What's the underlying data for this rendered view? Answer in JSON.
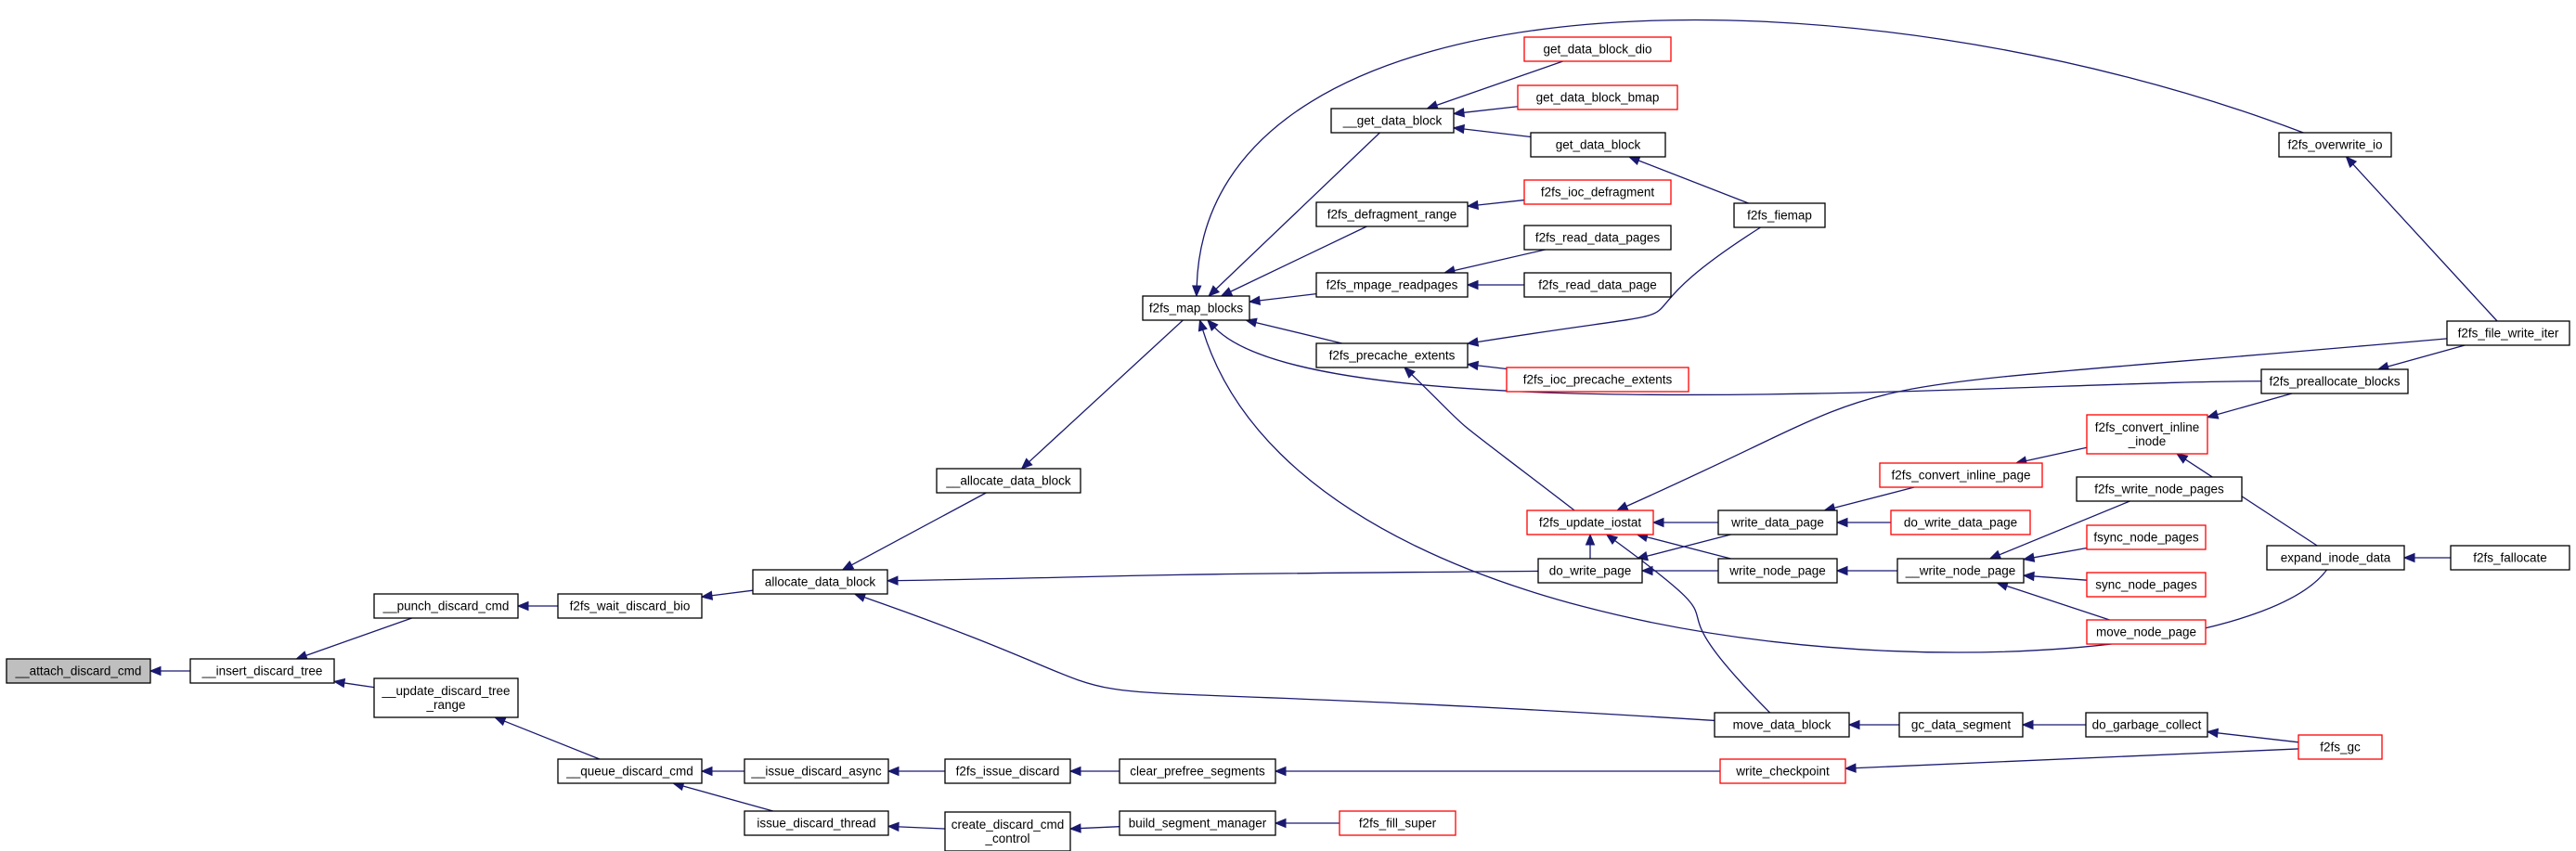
{
  "colors": {
    "edge": "#191970",
    "node_border_normal": "#000000",
    "node_border_truncated": "#ff0000",
    "root_fill": "#bfbfbf"
  },
  "nodes": [
    {
      "id": "n_attach",
      "lines": [
        "__attach_discard_cmd"
      ],
      "style": "root"
    },
    {
      "id": "n_insert",
      "lines": [
        "__insert_discard_tree"
      ],
      "style": "normal"
    },
    {
      "id": "n_punch",
      "lines": [
        "__punch_discard_cmd"
      ],
      "style": "normal"
    },
    {
      "id": "n_update_tree",
      "lines": [
        "__update_discard_tree",
        "_range"
      ],
      "style": "normal"
    },
    {
      "id": "n_wait",
      "lines": [
        "f2fs_wait_discard_bio"
      ],
      "style": "normal"
    },
    {
      "id": "n_queue",
      "lines": [
        "__queue_discard_cmd"
      ],
      "style": "normal"
    },
    {
      "id": "n_issue_async",
      "lines": [
        "__issue_discard_async"
      ],
      "style": "normal"
    },
    {
      "id": "n_issue_thread",
      "lines": [
        "issue_discard_thread"
      ],
      "style": "normal"
    },
    {
      "id": "n_alloc",
      "lines": [
        "allocate_data_block"
      ],
      "style": "normal"
    },
    {
      "id": "n_alloc2",
      "lines": [
        "__allocate_data_block"
      ],
      "style": "normal"
    },
    {
      "id": "n_issue",
      "lines": [
        "f2fs_issue_discard"
      ],
      "style": "normal"
    },
    {
      "id": "n_create_ctrl",
      "lines": [
        "create_discard_cmd",
        "_control"
      ],
      "style": "normal"
    },
    {
      "id": "n_clear",
      "lines": [
        "clear_prefree_segments"
      ],
      "style": "normal"
    },
    {
      "id": "n_build",
      "lines": [
        "build_segment_manager"
      ],
      "style": "normal"
    },
    {
      "id": "n_fill",
      "lines": [
        "f2fs_fill_super"
      ],
      "style": "truncated"
    },
    {
      "id": "n_map",
      "lines": [
        "f2fs_map_blocks"
      ],
      "style": "normal"
    },
    {
      "id": "n_getdb",
      "lines": [
        "__get_data_block"
      ],
      "style": "normal"
    },
    {
      "id": "n_defrag",
      "lines": [
        "f2fs_defragment_range"
      ],
      "style": "normal"
    },
    {
      "id": "n_mpage",
      "lines": [
        "f2fs_mpage_readpages"
      ],
      "style": "normal"
    },
    {
      "id": "n_precache",
      "lines": [
        "f2fs_precache_extents"
      ],
      "style": "normal"
    },
    {
      "id": "n_gdb_dio",
      "lines": [
        "get_data_block_dio"
      ],
      "style": "truncated"
    },
    {
      "id": "n_gdb_bmap",
      "lines": [
        "get_data_block_bmap"
      ],
      "style": "truncated"
    },
    {
      "id": "n_gdb",
      "lines": [
        "get_data_block"
      ],
      "style": "normal"
    },
    {
      "id": "n_ioc_defrag",
      "lines": [
        "f2fs_ioc_defragment"
      ],
      "style": "truncated"
    },
    {
      "id": "n_read_pages",
      "lines": [
        "f2fs_read_data_pages"
      ],
      "style": "normal"
    },
    {
      "id": "n_read_page",
      "lines": [
        "f2fs_read_data_page"
      ],
      "style": "normal"
    },
    {
      "id": "n_ioc_precache",
      "lines": [
        "f2fs_ioc_precache_extents"
      ],
      "style": "truncated"
    },
    {
      "id": "n_fiemap",
      "lines": [
        "f2fs_fiemap"
      ],
      "style": "normal"
    },
    {
      "id": "n_iostat",
      "lines": [
        "f2fs_update_iostat"
      ],
      "style": "truncated"
    },
    {
      "id": "n_do_write",
      "lines": [
        "do_write_page"
      ],
      "style": "normal"
    },
    {
      "id": "n_move_db",
      "lines": [
        "move_data_block"
      ],
      "style": "normal"
    },
    {
      "id": "n_write_ckpt",
      "lines": [
        "write_checkpoint"
      ],
      "style": "truncated"
    },
    {
      "id": "n_write_data",
      "lines": [
        "write_data_page"
      ],
      "style": "normal"
    },
    {
      "id": "n_write_node",
      "lines": [
        "write_node_page"
      ],
      "style": "normal"
    },
    {
      "id": "n_conv_inline_page",
      "lines": [
        "f2fs_convert_inline_page"
      ],
      "style": "truncated"
    },
    {
      "id": "n_do_write_data",
      "lines": [
        "do_write_data_page"
      ],
      "style": "truncated"
    },
    {
      "id": "n___write_node",
      "lines": [
        "__write_node_page"
      ],
      "style": "normal"
    },
    {
      "id": "n_gc_seg",
      "lines": [
        "gc_data_segment"
      ],
      "style": "normal"
    },
    {
      "id": "n_conv_inline_inode",
      "lines": [
        "f2fs_convert_inline",
        "_inode"
      ],
      "style": "truncated"
    },
    {
      "id": "n_write_node_pages",
      "lines": [
        "f2fs_write_node_pages"
      ],
      "style": "normal"
    },
    {
      "id": "n_fsync_node",
      "lines": [
        "fsync_node_pages"
      ],
      "style": "truncated"
    },
    {
      "id": "n_sync_node",
      "lines": [
        "sync_node_pages"
      ],
      "style": "truncated"
    },
    {
      "id": "n_move_node",
      "lines": [
        "move_node_page"
      ],
      "style": "truncated"
    },
    {
      "id": "n_do_gc",
      "lines": [
        "do_garbage_collect"
      ],
      "style": "normal"
    },
    {
      "id": "n_overwrite",
      "lines": [
        "f2fs_overwrite_io"
      ],
      "style": "normal"
    },
    {
      "id": "n_prealloc",
      "lines": [
        "f2fs_preallocate_blocks"
      ],
      "style": "normal"
    },
    {
      "id": "n_expand",
      "lines": [
        "expand_inode_data"
      ],
      "style": "normal"
    },
    {
      "id": "n_gc",
      "lines": [
        "f2fs_gc"
      ],
      "style": "truncated"
    },
    {
      "id": "n_file_write",
      "lines": [
        "f2fs_file_write_iter"
      ],
      "style": "normal"
    },
    {
      "id": "n_fallocate",
      "lines": [
        "f2fs_fallocate"
      ],
      "style": "normal"
    }
  ],
  "edges": [
    {
      "from": "n_insert",
      "to": "n_attach"
    },
    {
      "from": "n_punch",
      "to": "n_insert"
    },
    {
      "from": "n_update_tree",
      "to": "n_insert"
    },
    {
      "from": "n_wait",
      "to": "n_punch"
    },
    {
      "from": "n_queue",
      "to": "n_update_tree"
    },
    {
      "from": "n_alloc",
      "to": "n_wait"
    },
    {
      "from": "n_issue_async",
      "to": "n_queue"
    },
    {
      "from": "n_issue_thread",
      "to": "n_queue"
    },
    {
      "from": "n_issue",
      "to": "n_issue_async"
    },
    {
      "from": "n_create_ctrl",
      "to": "n_issue_thread"
    },
    {
      "from": "n_clear",
      "to": "n_issue"
    },
    {
      "from": "n_build",
      "to": "n_create_ctrl"
    },
    {
      "from": "n_fill",
      "to": "n_build"
    },
    {
      "from": "n_alloc2",
      "to": "n_alloc"
    },
    {
      "from": "n_do_write",
      "to": "n_alloc"
    },
    {
      "from": "n_move_db",
      "to": "n_alloc"
    },
    {
      "from": "n_map",
      "to": "n_alloc2"
    },
    {
      "from": "n_getdb",
      "to": "n_map"
    },
    {
      "from": "n_defrag",
      "to": "n_map"
    },
    {
      "from": "n_mpage",
      "to": "n_map"
    },
    {
      "from": "n_precache",
      "to": "n_map"
    },
    {
      "from": "n_overwrite",
      "to": "n_map"
    },
    {
      "from": "n_prealloc",
      "to": "n_map"
    },
    {
      "from": "n_expand",
      "to": "n_map"
    },
    {
      "from": "n_gdb_dio",
      "to": "n_getdb"
    },
    {
      "from": "n_gdb_bmap",
      "to": "n_getdb"
    },
    {
      "from": "n_gdb",
      "to": "n_getdb"
    },
    {
      "from": "n_fiemap",
      "to": "n_gdb"
    },
    {
      "from": "n_ioc_defrag",
      "to": "n_defrag"
    },
    {
      "from": "n_read_pages",
      "to": "n_mpage"
    },
    {
      "from": "n_read_page",
      "to": "n_mpage"
    },
    {
      "from": "n_fiemap",
      "to": "n_precache"
    },
    {
      "from": "n_ioc_precache",
      "to": "n_precache"
    },
    {
      "from": "n_iostat",
      "to": "n_precache"
    },
    {
      "from": "n_do_write",
      "to": "n_iostat"
    },
    {
      "from": "n_write_data",
      "to": "n_iostat"
    },
    {
      "from": "n_write_node",
      "to": "n_iostat"
    },
    {
      "from": "n_move_db",
      "to": "n_iostat"
    },
    {
      "from": "n_file_write",
      "to": "n_iostat"
    },
    {
      "from": "n_write_data",
      "to": "n_do_write"
    },
    {
      "from": "n_write_node",
      "to": "n_do_write"
    },
    {
      "from": "n_conv_inline_page",
      "to": "n_write_data"
    },
    {
      "from": "n_do_write_data",
      "to": "n_write_data"
    },
    {
      "from": "n___write_node",
      "to": "n_write_node"
    },
    {
      "from": "n_conv_inline_inode",
      "to": "n_conv_inline_page"
    },
    {
      "from": "n_write_node_pages",
      "to": "n___write_node"
    },
    {
      "from": "n_fsync_node",
      "to": "n___write_node"
    },
    {
      "from": "n_sync_node",
      "to": "n___write_node"
    },
    {
      "from": "n_move_node",
      "to": "n___write_node"
    },
    {
      "from": "n_gc_seg",
      "to": "n_move_db"
    },
    {
      "from": "n_do_gc",
      "to": "n_gc_seg"
    },
    {
      "from": "n_gc",
      "to": "n_do_gc"
    },
    {
      "from": "n_write_ckpt",
      "to": "n_clear"
    },
    {
      "from": "n_gc",
      "to": "n_write_ckpt"
    },
    {
      "from": "n_file_write",
      "to": "n_overwrite"
    },
    {
      "from": "n_file_write",
      "to": "n_prealloc"
    },
    {
      "from": "n_prealloc",
      "to": "n_conv_inline_inode"
    },
    {
      "from": "n_expand",
      "to": "n_conv_inline_inode"
    },
    {
      "from": "n_fallocate",
      "to": "n_expand"
    }
  ]
}
